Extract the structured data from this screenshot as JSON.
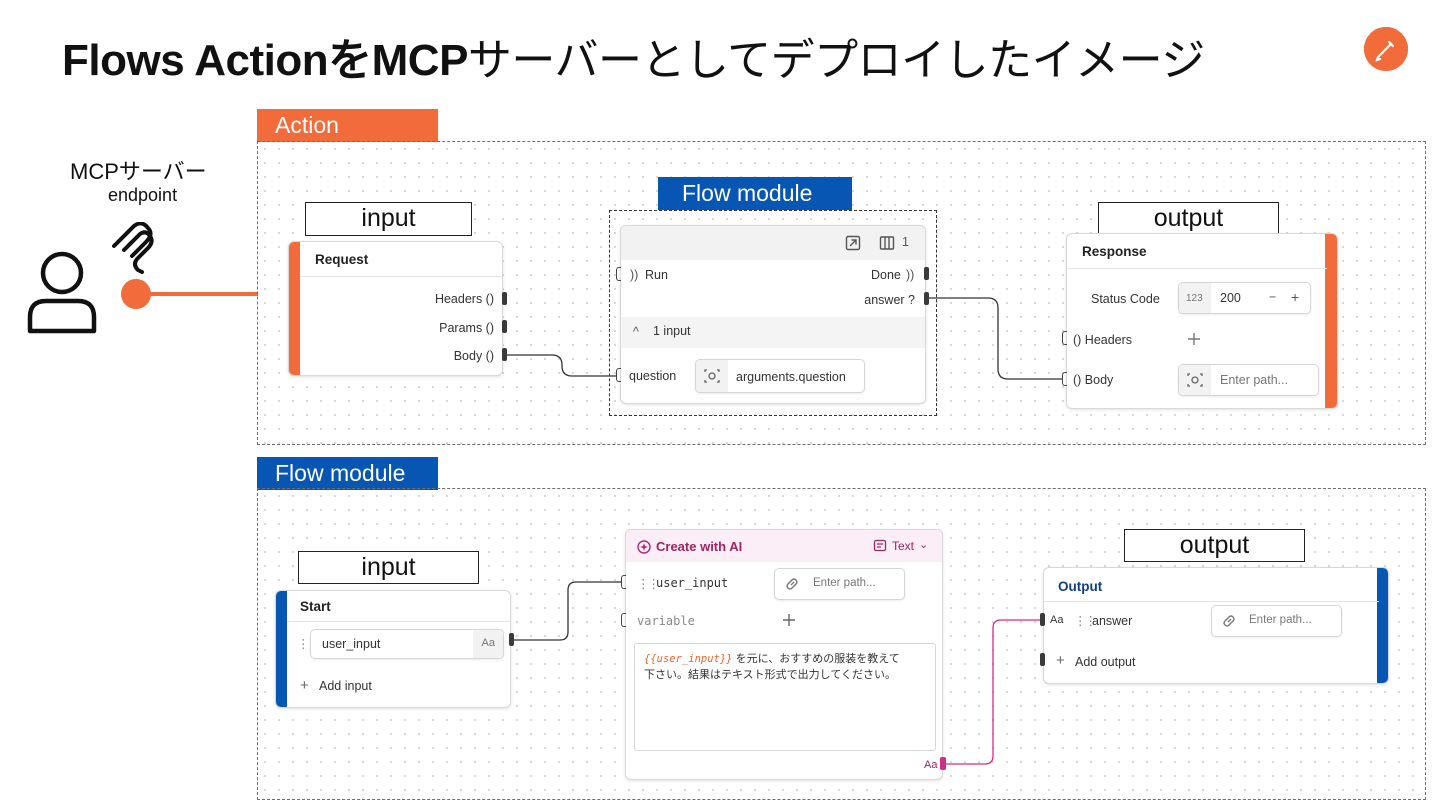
{
  "title": {
    "bold_part": "Flows ActionをMCP",
    "light_part": "サーバーとしてデプロイしたイメージ"
  },
  "mcp": {
    "label": "MCPサーバー",
    "sublabel": "endpoint"
  },
  "colors": {
    "accent_orange": "#f26b3a",
    "accent_blue": "#0756b4",
    "wire": "#333333",
    "wire_pink": "#cc2f84"
  },
  "icons": [
    "brand-logo-icon",
    "user-icon",
    "mcp-icon",
    "open-icon",
    "columns-icon",
    "radio-icon",
    "chevron-up-icon",
    "target-icon",
    "link-icon",
    "plus-icon",
    "grip-icon",
    "ai-icon",
    "text-icon",
    "chevron-down-icon"
  ],
  "action_section": {
    "tag": "Action",
    "input_label": "input",
    "output_label": "output",
    "module_tag": "Flow module",
    "request": {
      "title": "Request",
      "fields": [
        "Headers ()",
        "Params ()",
        "Body ()"
      ]
    },
    "flow_node": {
      "count": "1",
      "run": "Run",
      "done": "Done",
      "answer": "answer ?",
      "inputs_toggle": "1 input",
      "question_label": "question",
      "question_value": "arguments.question"
    },
    "response": {
      "title": "Response",
      "status_label": "Status Code",
      "status_type": "123",
      "status_value": "200",
      "minus": "−",
      "plus": "+",
      "headers_label": "() Headers",
      "body_label": "() Body",
      "body_placeholder": "Enter path..."
    }
  },
  "flow_section": {
    "tag": "Flow module",
    "input_label": "input",
    "output_label": "output",
    "start": {
      "title": "Start",
      "field_value": "user_input",
      "field_type": "Aa",
      "add_input": "Add input"
    },
    "ai_node": {
      "title": "Create with AI",
      "mode": "Text",
      "user_input_label": "user_input",
      "user_input_placeholder": "Enter path...",
      "variable_label": "variable",
      "prompt_var": "{{user_input}}",
      "prompt_line1": " を元に、おすすめの服装を教えて",
      "prompt_line2": "下さい。結果はテキスト形式で出力してください。",
      "output_type": "Aa"
    },
    "output": {
      "title": "Output",
      "field_type": "Aa",
      "field_label": "answer",
      "field_placeholder": "Enter path...",
      "add_output": "Add output"
    }
  }
}
